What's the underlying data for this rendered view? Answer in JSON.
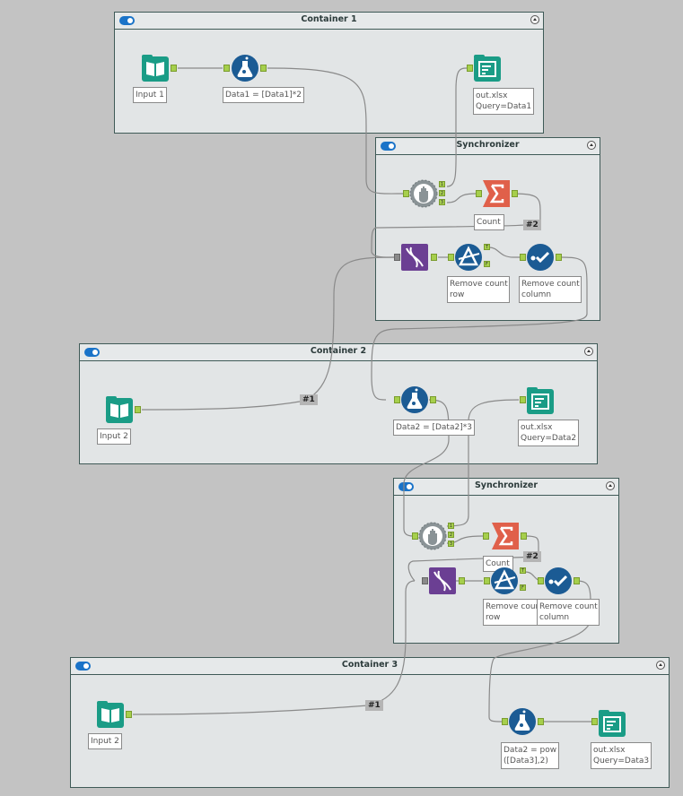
{
  "containers": [
    {
      "title": "Container 1",
      "enabled": true
    },
    {
      "title": "Synchronizer",
      "enabled": true
    },
    {
      "title": "Container 2",
      "enabled": true
    },
    {
      "title": "Synchronizer",
      "enabled": true
    },
    {
      "title": "Container 3",
      "enabled": true
    }
  ],
  "tools": {
    "c1_input": {
      "label": "Input 1",
      "icon": "input-data-icon"
    },
    "c1_formula": {
      "label": "Data1 = [Data1]*2",
      "icon": "formula-icon"
    },
    "c1_output": {
      "label1": "out.xlsx",
      "label2": "Query=Data1",
      "icon": "output-data-icon"
    },
    "s1_block": {
      "icon": "block-until-done-icon",
      "outputs": [
        "1",
        "2",
        "3"
      ]
    },
    "s1_summarize": {
      "label": "Count",
      "icon": "summarize-icon"
    },
    "s1_dynamic": {
      "icon": "dynamic-input-icon"
    },
    "s1_filter": {
      "label1": "Remove count",
      "label2": "row",
      "icon": "filter-icon",
      "outputs": [
        "T",
        "F"
      ]
    },
    "s1_select": {
      "label1": "Remove count",
      "label2": "column",
      "icon": "select-icon"
    },
    "c2_input": {
      "label": "Input 2",
      "icon": "input-data-icon"
    },
    "c2_formula": {
      "label": "Data2 = [Data2]*3",
      "icon": "formula-icon"
    },
    "c2_output": {
      "label1": "out.xlsx",
      "label2": "Query=Data2",
      "icon": "output-data-icon"
    },
    "s2_block": {
      "icon": "block-until-done-icon",
      "outputs": [
        "1",
        "2",
        "3"
      ]
    },
    "s2_summarize": {
      "label": "Count",
      "icon": "summarize-icon"
    },
    "s2_dynamic": {
      "icon": "dynamic-input-icon"
    },
    "s2_filter": {
      "label1": "Remove coun",
      "label2": "row",
      "icon": "filter-icon",
      "outputs": [
        "T",
        "F"
      ]
    },
    "s2_select": {
      "label1": "Remove count",
      "label2": "column",
      "icon": "select-icon"
    },
    "c3_input": {
      "label": "Input 2",
      "icon": "input-data-icon"
    },
    "c3_formula": {
      "label1": "Data2 = pow",
      "label2": "([Data3],2)",
      "icon": "formula-icon"
    },
    "c3_output": {
      "label1": "out.xlsx",
      "label2": "Query=Data3",
      "icon": "output-data-icon"
    }
  },
  "connection_tags": {
    "s1_count": "#2",
    "c2_input": "#1",
    "s2_count": "#2",
    "c3_input": "#1"
  },
  "colors": {
    "canvas": "#c3c3c3",
    "container_bg": "#e2e5e6",
    "input_output": "#1a9c86",
    "formula": "#1b5b94",
    "summarize": "#e0604a",
    "dynamic": "#6b3f93",
    "block": "#8a9396",
    "anchor": "#a6cf4c",
    "toggle": "#1a73c8"
  }
}
